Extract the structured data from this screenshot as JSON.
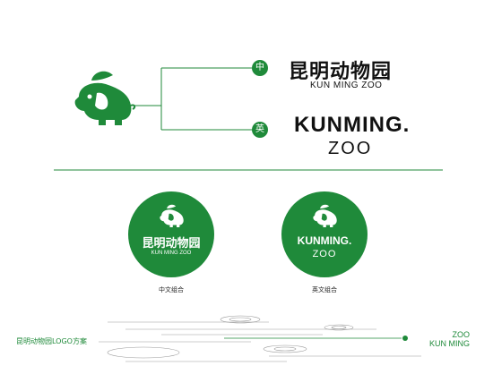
{
  "colors": {
    "brand_green": "#1f8a3a",
    "text_dark": "#111111",
    "ripple_gray": "#9a9a9a"
  },
  "badges": {
    "chinese": "中",
    "english": "英"
  },
  "chinese_logo": {
    "title": "昆明动物园",
    "subtitle": "KUN MING ZOO"
  },
  "english_logo": {
    "title": "KUNMING.",
    "zoo": "ZOO"
  },
  "circle_chinese": {
    "title": "昆明动物园",
    "subtitle": "KUN MING ZOO",
    "caption": "中文组合"
  },
  "circle_english": {
    "title": "KUNMING.",
    "zoo": "ZOO",
    "caption": "英文组合"
  },
  "footer": {
    "left": "昆明动物园LOGO方案",
    "right_line1": "ZOO",
    "right_line2": "KUN MING"
  },
  "icons": [
    "elephant-logo-icon"
  ]
}
